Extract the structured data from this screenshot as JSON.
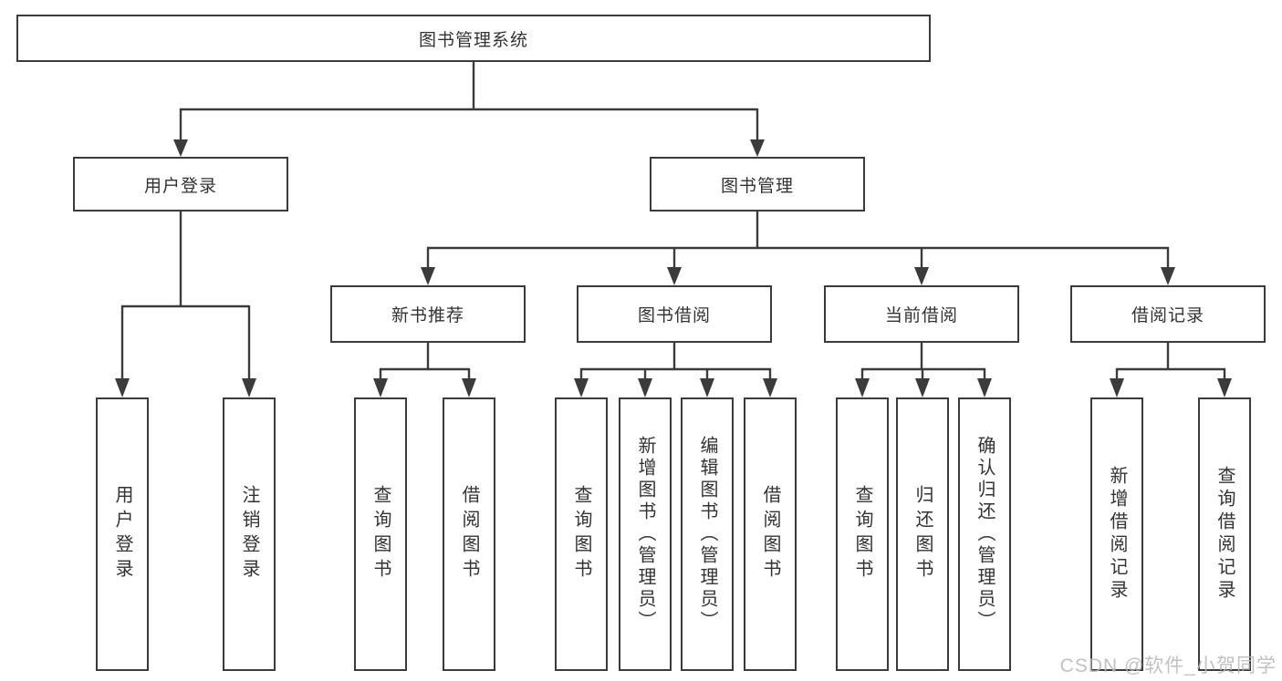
{
  "root": {
    "label": "图书管理系统"
  },
  "level2": [
    {
      "label": "用户登录"
    },
    {
      "label": "图书管理"
    }
  ],
  "level3": [
    {
      "label": "新书推荐"
    },
    {
      "label": "图书借阅"
    },
    {
      "label": "当前借阅"
    },
    {
      "label": "借阅记录"
    }
  ],
  "leaves": {
    "user_login": [
      {
        "label": "用户登录"
      },
      {
        "label": "注销登录"
      }
    ],
    "new_book": [
      {
        "label": "查询图书"
      },
      {
        "label": "借阅图书"
      }
    ],
    "book_borrow": [
      {
        "label": "查询图书"
      },
      {
        "label": "新增图书（管理员）"
      },
      {
        "label": "编辑图书（管理员）"
      },
      {
        "label": "借阅图书"
      }
    ],
    "current_borrow": [
      {
        "label": "查询图书"
      },
      {
        "label": "归还图书"
      },
      {
        "label": "确认归还（管理员）"
      }
    ],
    "borrow_record": [
      {
        "label": "新增借阅记录"
      },
      {
        "label": "查询借阅记录"
      }
    ]
  },
  "watermark": {
    "text": "CSDN @软件_小贺同学"
  },
  "colors": {
    "line": "#3b3b3b",
    "text": "#333333",
    "watermark": "#b7b7b7",
    "bg": "#ffffff"
  }
}
